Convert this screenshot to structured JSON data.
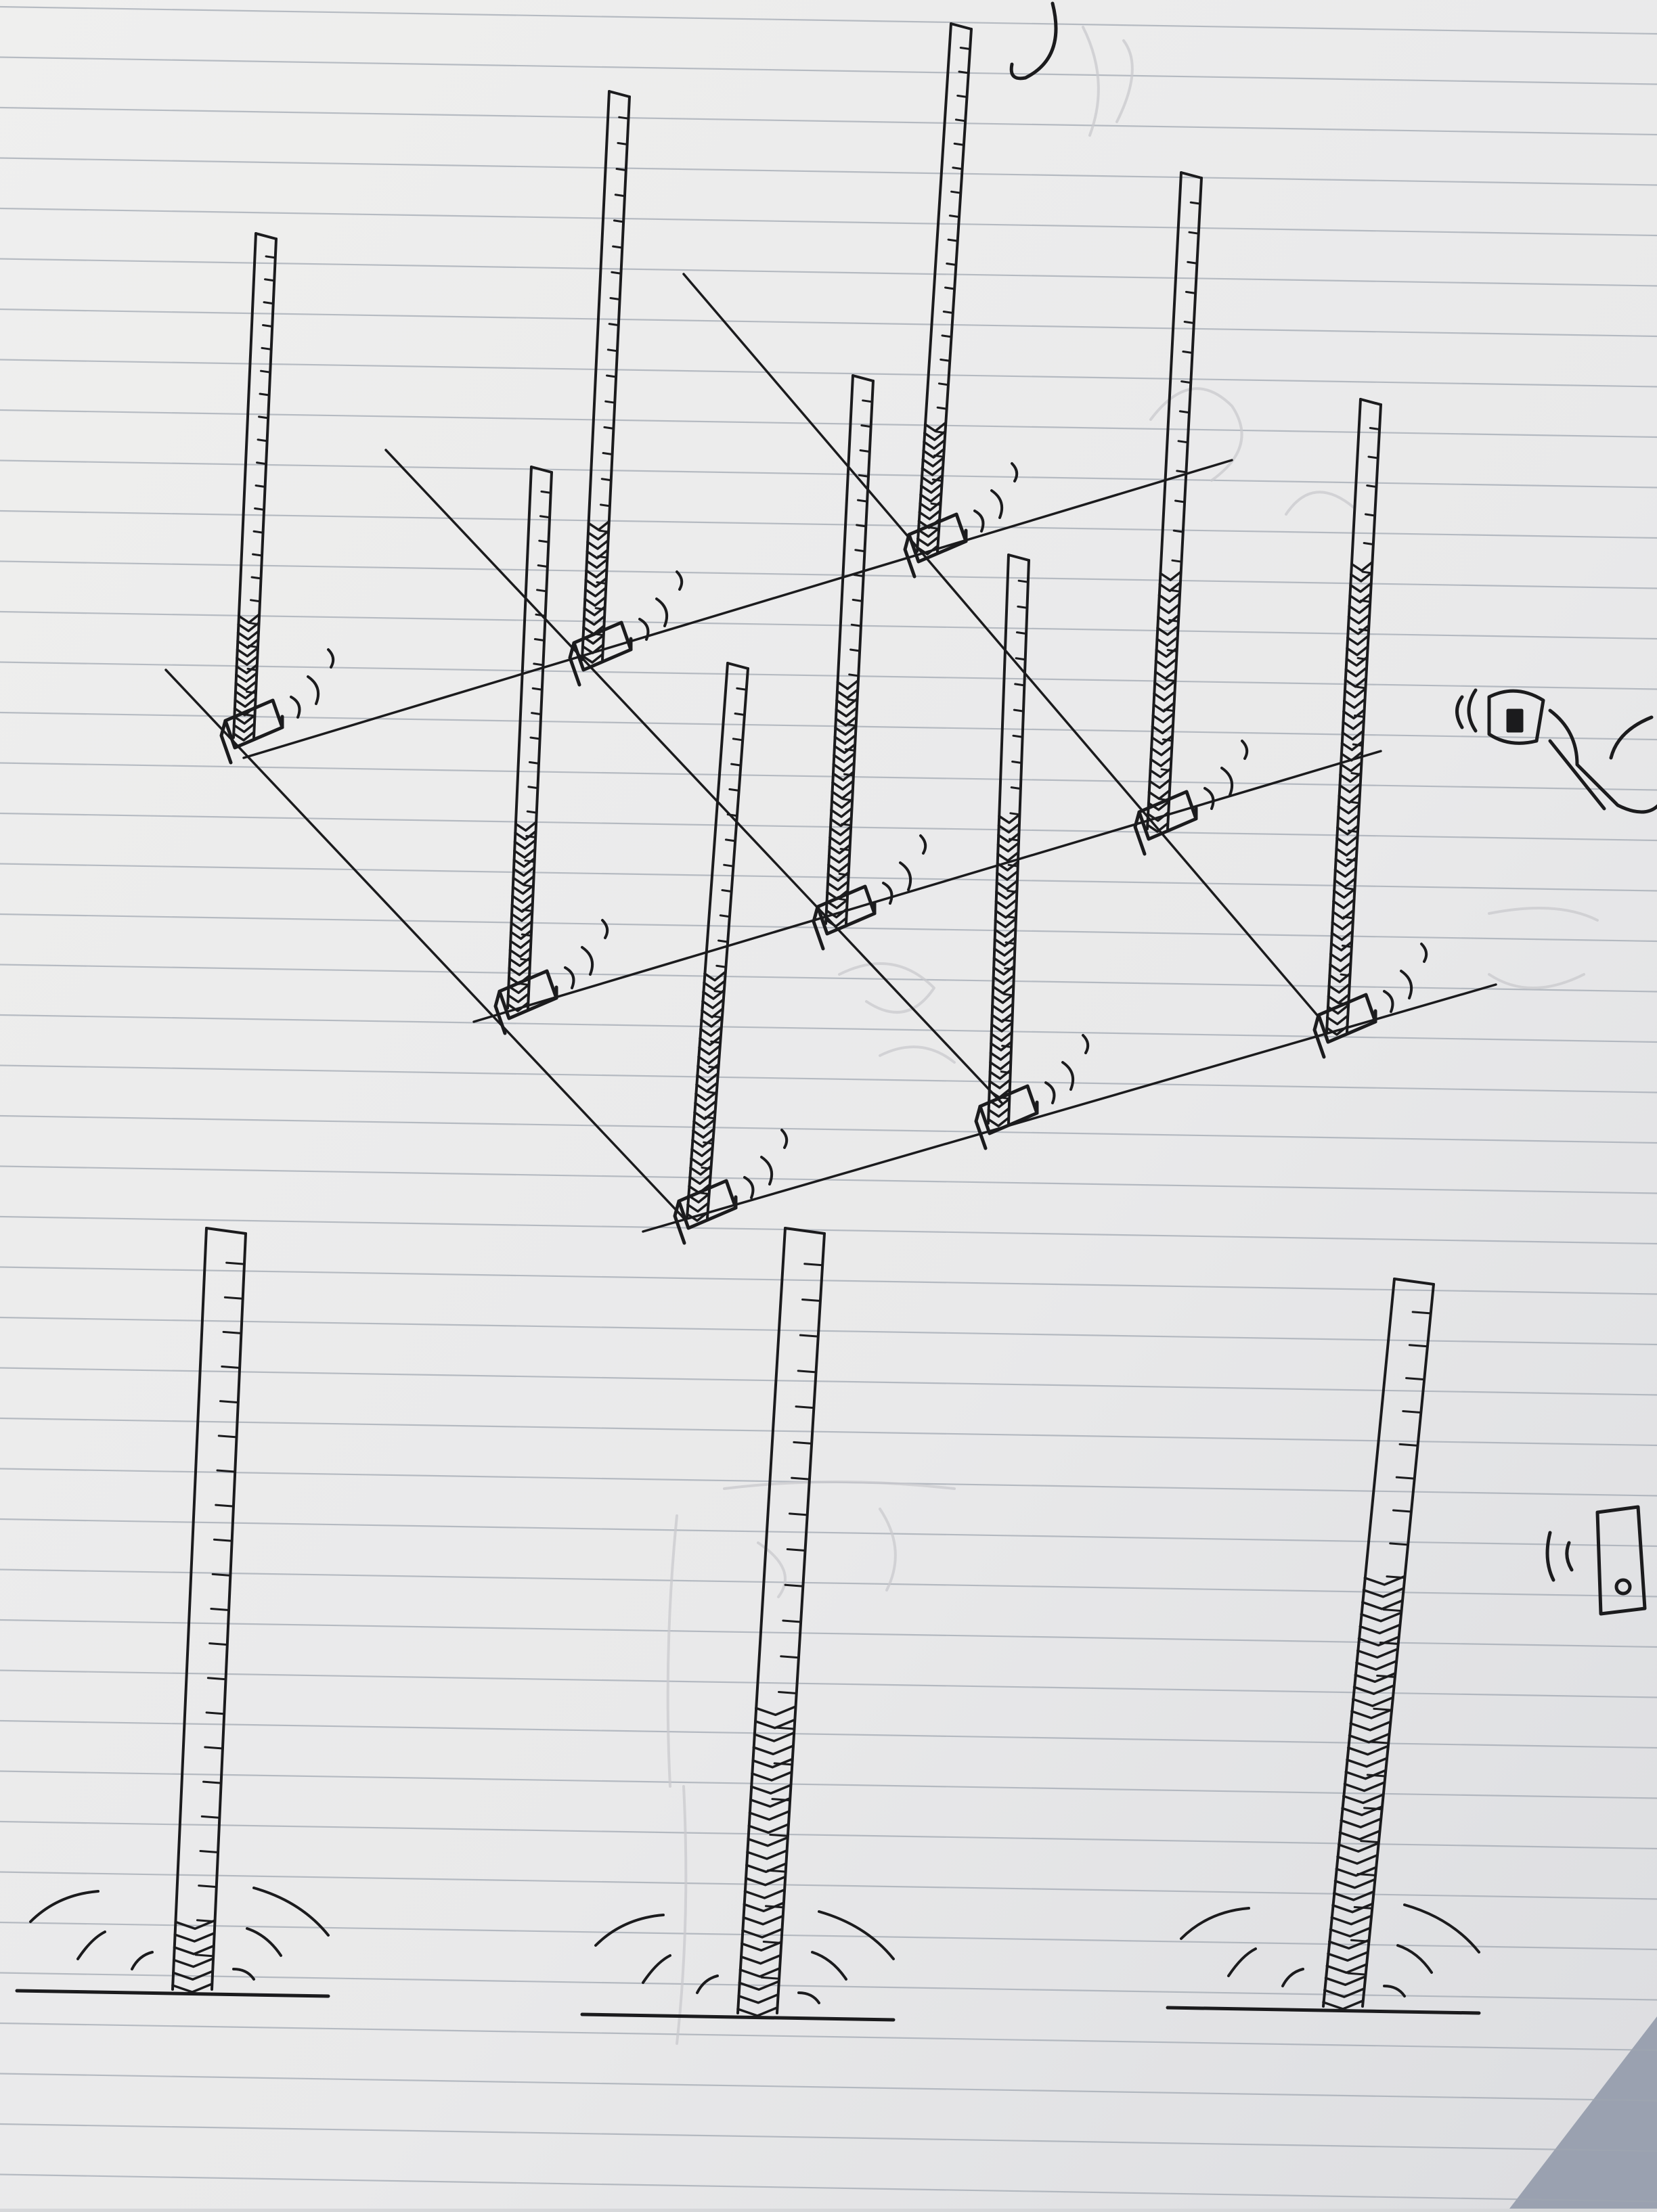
{
  "colors": {
    "paper": "#ececec",
    "paper_shade": "#e0e1e3",
    "rule_line": "#9fa6b0",
    "ink": "#1b1b1d",
    "ghost_ink": "#c9c9cd",
    "backdrop": "#9aa1b0"
  },
  "drawing": {
    "grid_posts": [
      {
        "id": "post-1",
        "fill_level": 0.25
      },
      {
        "id": "post-2",
        "fill_level": 0.25
      },
      {
        "id": "post-3",
        "fill_level": 0.25
      },
      {
        "id": "post-4",
        "fill_level": 0.35
      },
      {
        "id": "post-5",
        "fill_level": 0.45
      },
      {
        "id": "post-6",
        "fill_level": 0.4
      },
      {
        "id": "post-7",
        "fill_level": 0.45
      },
      {
        "id": "post-8",
        "fill_level": 0.55
      },
      {
        "id": "post-9",
        "fill_level": 0.75
      }
    ],
    "front_posts": [
      {
        "id": "front-post-1",
        "fill_level": 0.1
      },
      {
        "id": "front-post-2",
        "fill_level": 0.4
      },
      {
        "id": "front-post-3",
        "fill_level": 0.6
      }
    ]
  }
}
